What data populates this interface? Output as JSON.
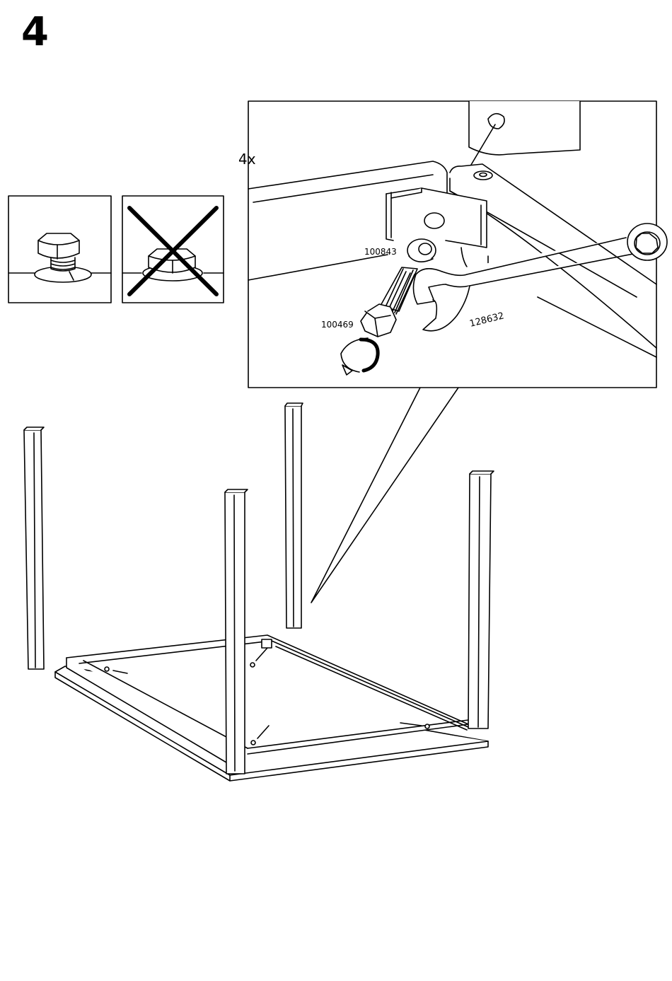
{
  "step": {
    "number": "4"
  },
  "detail": {
    "quantity": "4x",
    "parts": {
      "washer": "100843",
      "bolt": "100469",
      "wrench": "128632"
    }
  },
  "hints": {
    "correct": {
      "icon": "bolt-with-washer-icon"
    },
    "incorrect": {
      "icon": "bolt-wrong-washer-icon",
      "mark": "cross-icon"
    }
  }
}
